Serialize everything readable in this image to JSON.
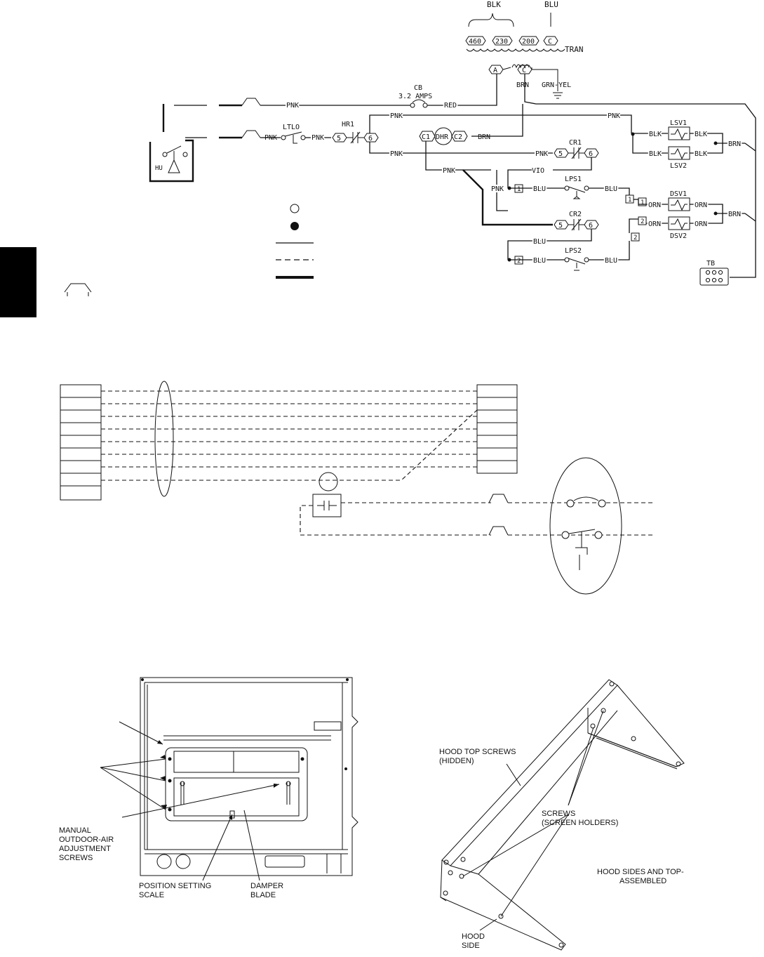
{
  "wiring": {
    "transformer": {
      "group_label_black": "BLK",
      "group_label_blue": "BLU",
      "taps": [
        "460",
        "230",
        "200",
        "C"
      ],
      "label": "TRAN",
      "secondary_terminals": [
        "A",
        "C"
      ]
    },
    "circuit_breaker": {
      "name": "CB",
      "rating": "3.2 AMPS"
    },
    "wire_colors": {
      "pink": "PNK",
      "red": "RED",
      "brown": "BRN",
      "green_yellow": "GRN-YEL",
      "black": "BLK",
      "violet": "VIO",
      "blue": "BLU",
      "orange": "ORN"
    },
    "components": {
      "ltlo": "LTLO",
      "hr1": "HR1",
      "dhr": "DHR",
      "c1": "C1",
      "c2": "C2",
      "cr1": "CR1",
      "cr2": "CR2",
      "lps1": "LPS1",
      "lps2": "LPS2",
      "lsv1": "LSV1",
      "lsv2": "LSV2",
      "dsv1": "DSV1",
      "dsv2": "DSV2",
      "tb": "TB",
      "hu": "HU"
    },
    "terminals": {
      "t5": "5",
      "t6": "6",
      "n1": "1",
      "n2": "2"
    }
  },
  "figure3": {
    "callouts": {
      "manual_screws": [
        "MANUAL",
        "OUTDOOR-AIR",
        "ADJUSTMENT",
        "SCREWS"
      ],
      "position_scale": [
        "POSITION SETTING",
        "SCALE"
      ],
      "damper_blade": [
        "DAMPER",
        "BLADE"
      ]
    }
  },
  "figure4": {
    "callouts": {
      "hood_top_screws": [
        "HOOD TOP SCREWS",
        "(HIDDEN)"
      ],
      "screws": [
        "SCREWS",
        "(SCREEN HOLDERS)"
      ],
      "assembled": [
        "HOOD SIDES AND TOP-",
        "ASSEMBLED"
      ],
      "hood_side": [
        "HOOD",
        "SIDE"
      ]
    }
  }
}
